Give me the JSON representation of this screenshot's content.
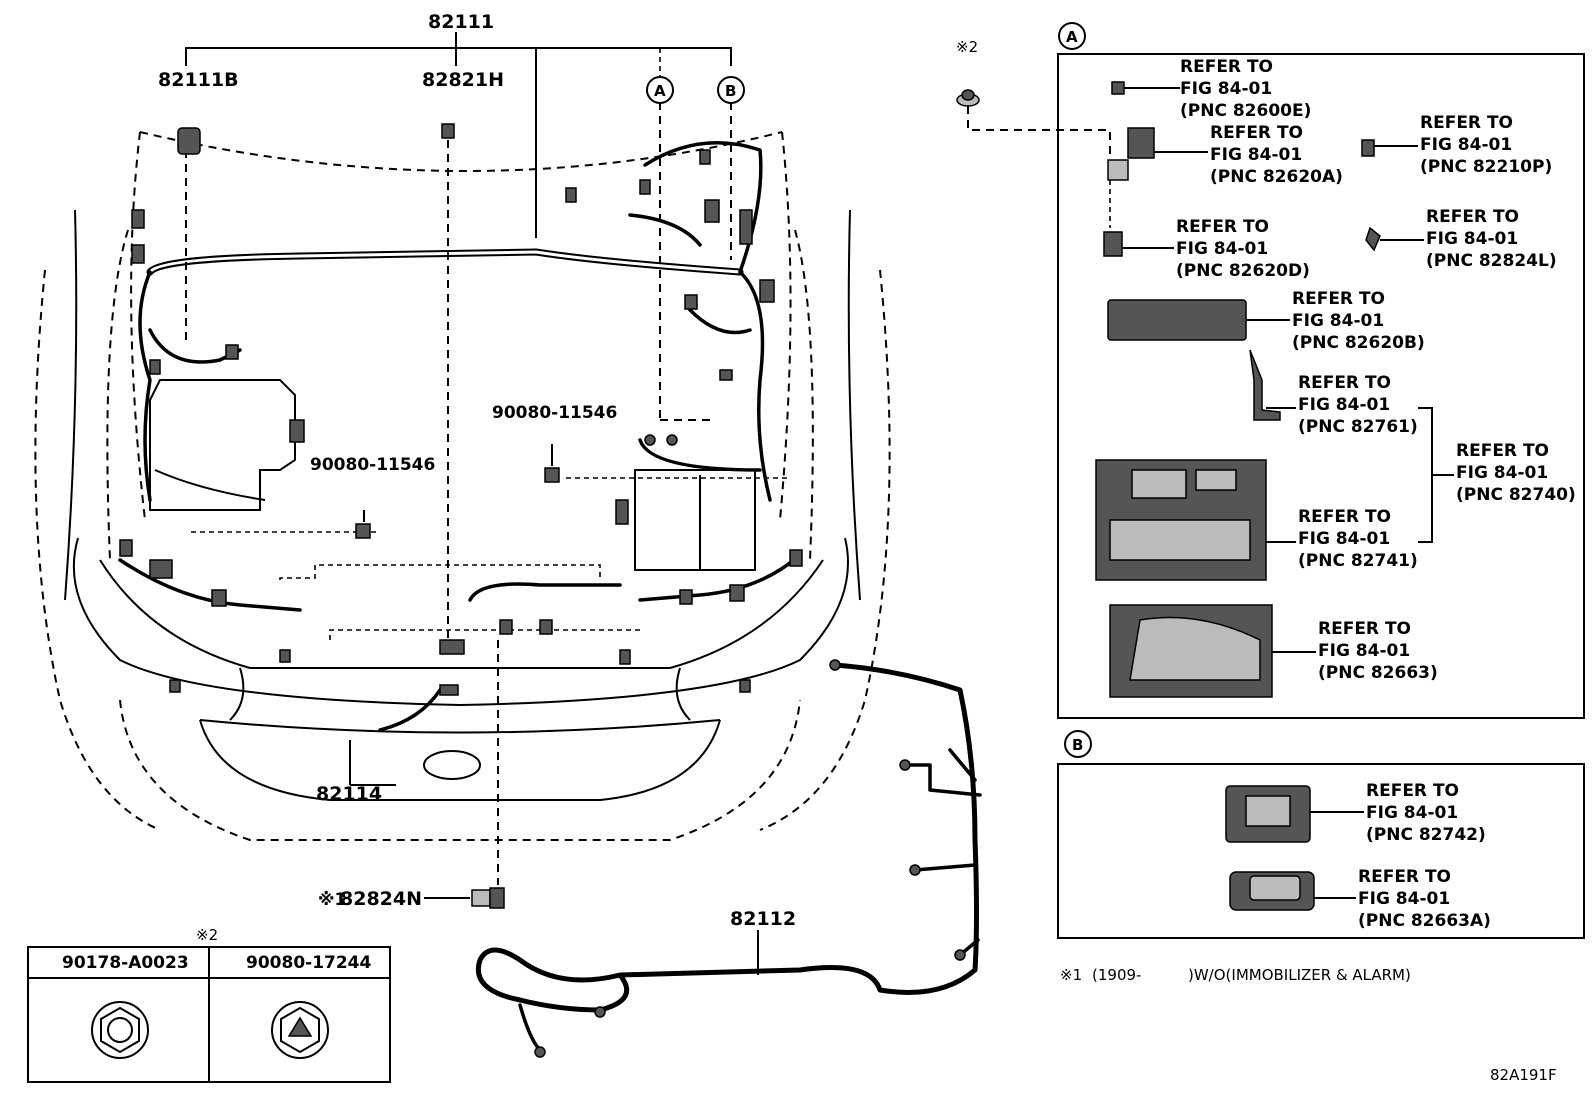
{
  "labels": {
    "harness_main": "82111",
    "part_82111b": "82111B",
    "part_82821h": "82821H",
    "part_82114": "82114",
    "part_82112": "82112",
    "bolt_left": "90080-11546",
    "bolt_right": "90080-11546",
    "part_82824n_mark": "※1",
    "part_82824n": "82824N",
    "callout_a": "A",
    "callout_b": "B",
    "mark_2": "※2"
  },
  "legend_table": {
    "mark": "※2",
    "col1": "90178-A0023",
    "col2": "90080-17244"
  },
  "panel_a": {
    "circle_label": "A",
    "refs": [
      {
        "line1": "REFER TO",
        "line2": "FIG 84-01",
        "line3": "(PNC 82600E)"
      },
      {
        "line1": "REFER TO",
        "line2": "FIG 84-01",
        "line3": "(PNC 82620A)"
      },
      {
        "line1": "REFER TO",
        "line2": "FIG 84-01",
        "line3": "(PNC 82210P)"
      },
      {
        "line1": "REFER TO",
        "line2": "FIG 84-01",
        "line3": "(PNC 82620D)"
      },
      {
        "line1": "REFER TO",
        "line2": "FIG 84-01",
        "line3": "(PNC 82824L)"
      },
      {
        "line1": "REFER TO",
        "line2": "FIG 84-01",
        "line3": "(PNC 82620B)"
      },
      {
        "line1": "REFER TO",
        "line2": "FIG 84-01",
        "line3": "(PNC 82761)"
      },
      {
        "line1": "REFER TO",
        "line2": "FIG 84-01",
        "line3": "(PNC 82740)"
      },
      {
        "line1": "REFER TO",
        "line2": "FIG 84-01",
        "line3": "(PNC 82741)"
      },
      {
        "line1": "REFER TO",
        "line2": "FIG 84-01",
        "line3": "(PNC 82663)"
      }
    ]
  },
  "panel_b": {
    "circle_label": "B",
    "refs": [
      {
        "line1": "REFER TO",
        "line2": "FIG 84-01",
        "line3": "(PNC 82742)"
      },
      {
        "line1": "REFER TO",
        "line2": "FIG 84-01",
        "line3": "(PNC 82663A)"
      }
    ]
  },
  "footnote": {
    "mark": "※1",
    "start": "(1909-",
    "text": ")W/O(IMMOBILIZER & ALARM)"
  },
  "figure_code": "82A191F"
}
